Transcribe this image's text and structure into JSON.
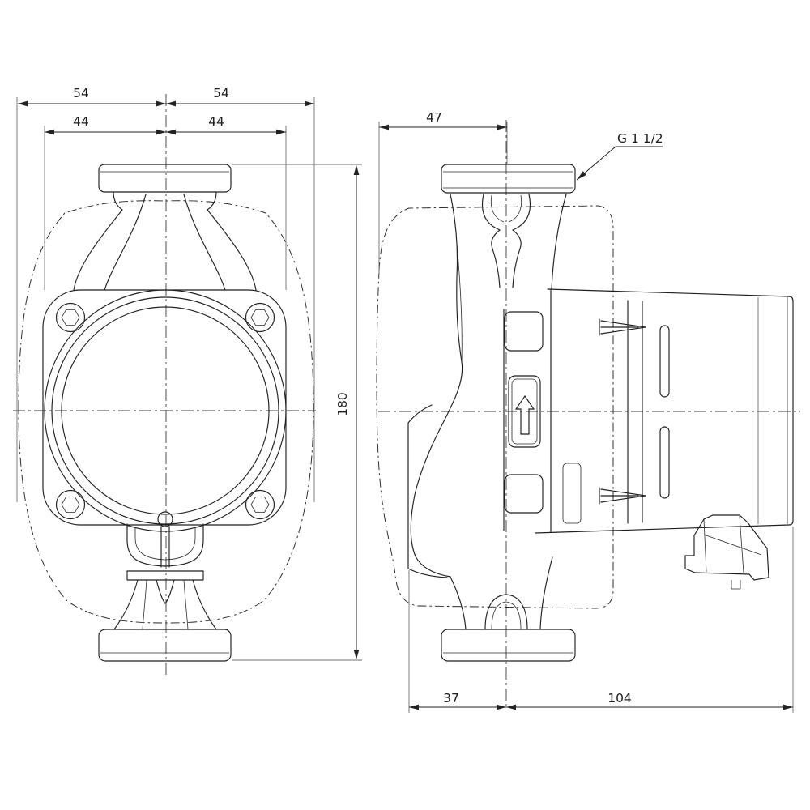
{
  "drawing": {
    "type": "technical-dimensional-drawing",
    "subject": "circulator pump, front and side orthographic views",
    "colors": {
      "line": "#1f1f1f",
      "extension": "#6e6e6e",
      "background": "#ffffff"
    },
    "dimensions": {
      "front": {
        "shell_left": "54",
        "shell_right": "54",
        "head_left": "44",
        "head_right": "44",
        "height": "180"
      },
      "side": {
        "shell_to_axis": "47",
        "axis_to_face": "37",
        "axis_to_motor_end": "104",
        "port_thread": "G 1 1/2"
      }
    }
  }
}
